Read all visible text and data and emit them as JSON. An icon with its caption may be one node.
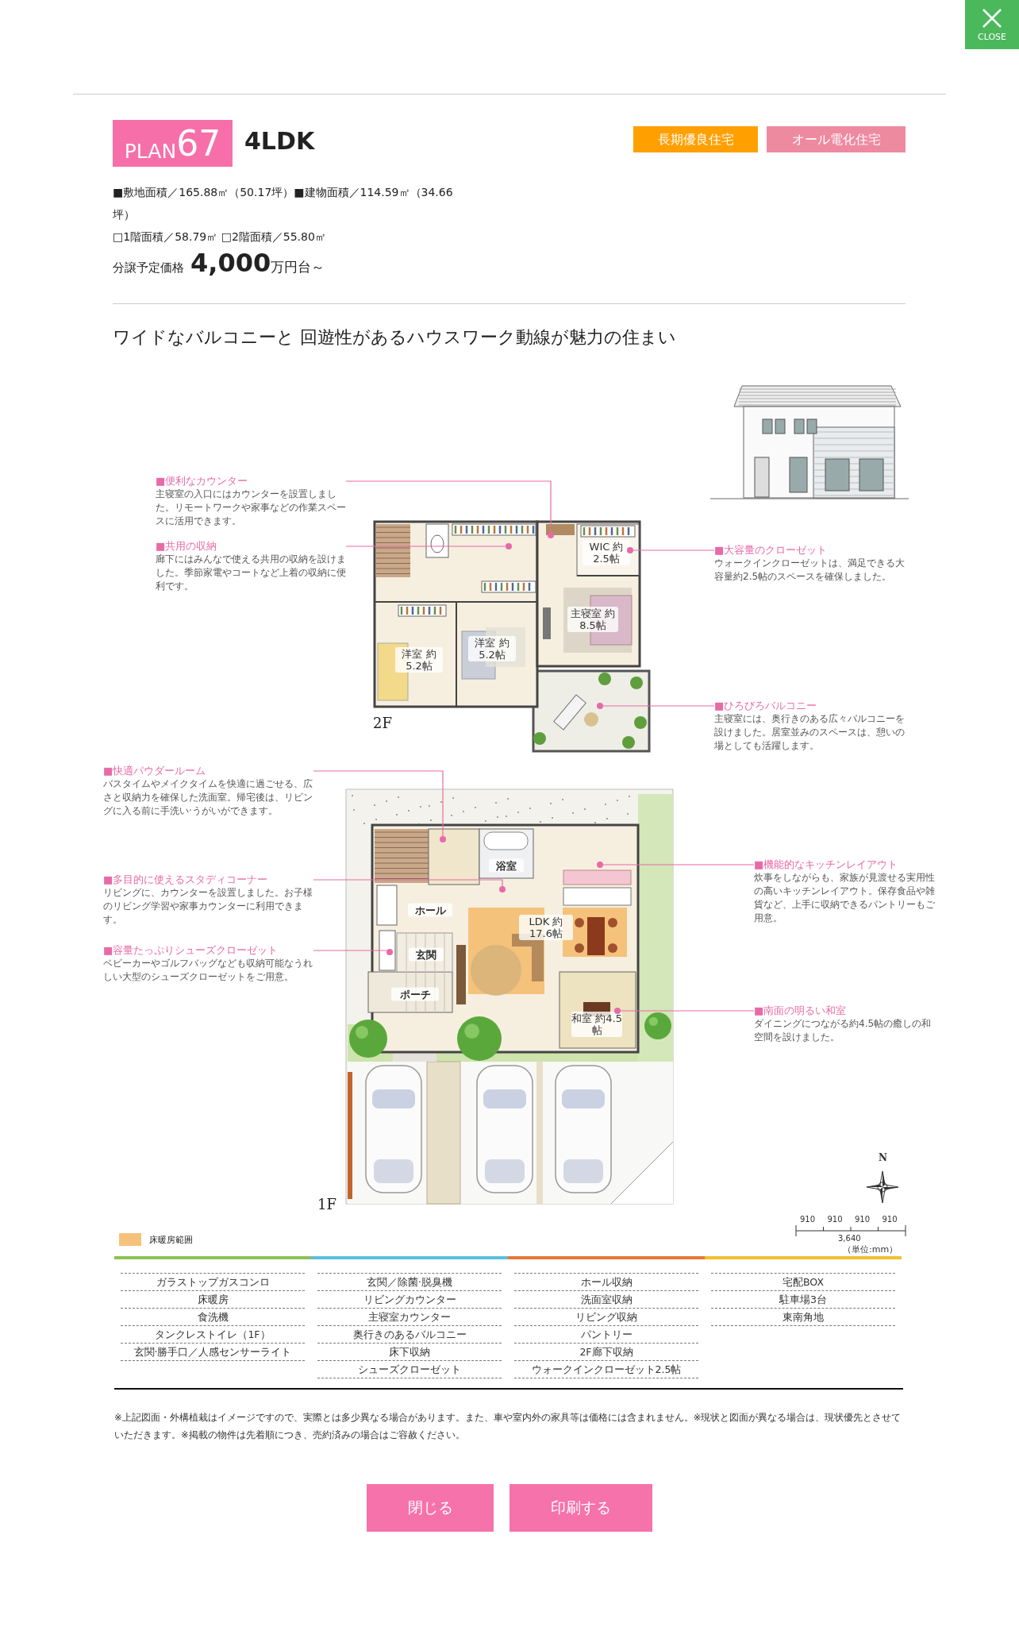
{
  "diagram": {
    "nodes": [
      {
        "text": [
          "■便利なカウンター",
          "主寝室の入口にはカウンターを設置しました。リモートワークや家事などの作業スペースに活用できます。"
        ]
      },
      {
        "text": [
          "■共用の収納",
          "廊下にはみんなで使える共用の収納を設けました。季節家電やコートなど上着の収納に便利です。"
        ]
      },
      {
        "text": [
          "■大容量のクローゼット",
          "ウォークインクローゼットは、満足できる大容量約2.5帖のスペースを確保しました。"
        ]
      },
      {
        "text": [
          "■ひろびろバルコニー",
          "主寝室には、奥行きのある広々バルコニーを設けました。居室並みのスペースは、憩いの場としても活躍します。"
        ]
      },
      {
        "text": [
          "■快適パウダールーム",
          "バスタイムやメイクタイムを快適に過ごせる、広さと収納力を確保した洗面室。帰宅後は、リビングに入る前に手洗い·うがいができます。"
        ]
      },
      {
        "text": [
          "■多目的に使えるスタディコーナー",
          "リビングに、カウンターを設置しました。お子様のリビング学習や家事カウンターに利用できます。"
        ]
      },
      {
        "text": [
          "■容量たっぷりシューズクローゼット",
          "ベビーカーやゴルフバッグなども収納可能なうれしい大型のシューズクローゼットをご用意。"
        ]
      },
      {
        "text": [
          "■機能的なキッチンレイアウト",
          "炊事をしながらも、家族が見渡せる実用性の高いキッチンレイアウト。保存食品や雑貨など、上手に収納できるパントリーもご用意。"
        ]
      },
      {
        "text": [
          "■南面の明るい和室",
          "ダイニングにつながる約4.5帖の癒しの和空間を設けました。"
        ]
      },
      {
        "text": [],
        "shape": "picture",
        "beside": [
          "2F"
        ]
      },
      {
        "text": [
          "洋室 約5.2帖"
        ],
        "in": 9
      },
      {
        "text": [
          "洋室 約5.2帖"
        ],
        "in": 9
      },
      {
        "text": [
          "WIC 約2.5帖"
        ],
        "in": 9
      },
      {
        "text": [
          "主寝室 約8.5帖"
        ],
        "in": 9
      },
      {
        "text": [],
        "shape": "circle",
        "in": 9
      },
      {
        "text": [],
        "shape": "circle",
        "in": 9
      },
      {
        "text": [],
        "shape": "circle",
        "in": 9
      },
      {
        "text": [],
        "shape": "circle",
        "in": 9
      },
      {
        "text": [],
        "shape": "picture",
        "beside": [
          "1F"
        ]
      },
      {
        "text": [
          "浴室"
        ],
        "in": 18
      },
      {
        "text": [
          "ホール"
        ],
        "in": 18
      },
      {
        "text": [
          "玄関"
        ],
        "in": 18
      },
      {
        "text": [
          "ポーチ"
        ],
        "in": 18
      },
      {
        "text": [
          "LDK 約17.6帖"
        ],
        "in": 18
      },
      {
        "text": [
          "和室 約4.5帖"
        ],
        "in": 18
      },
      {
        "text": [],
        "shape": "circle",
        "in": 18
      },
      {
        "text": [],
        "shape": "circle",
        "in": 18
      },
      {
        "text": [],
        "shape": "circle",
        "in": 18
      },
      {
        "text": [],
        "shape": "circle",
        "in": 18
      },
      {
        "text": [],
        "shape": "circle",
        "in": 18
      }
    ],
    "edges": [
      {
        "from": 0,
        "to": 14,
        "arrow": "none"
      },
      {
        "from": 1,
        "to": 15,
        "arrow": "none"
      },
      {
        "from": 2,
        "to": 16,
        "arrow": "none"
      },
      {
        "from": 3,
        "to": 17,
        "arrow": "none"
      },
      {
        "from": 4,
        "to": 25,
        "arrow": "none"
      },
      {
        "from": 5,
        "to": 26,
        "arrow": "none"
      },
      {
        "from": 6,
        "to": 27,
        "arrow": "none"
      },
      {
        "from": 7,
        "to": 28,
        "arrow": "none"
      },
      {
        "from": 8,
        "to": 29,
        "arrow": "none"
      }
    ],
    "labels": [
      "CLOSE",
      "PLAN",
      "67",
      "4LDK",
      "長期優良住宅",
      "オール電化住宅",
      "■敷地面積／165.88㎡（50.17坪）■建物面積／114.59㎡（34.66坪）",
      "□1階面積／58.79㎡ □2階面積／55.80㎡",
      "分譲予定価格",
      "4,000",
      "万円台～",
      "ワイドなバルコニーと 回遊性があるハウスワーク動線が魅力の住まい",
      "N",
      "910",
      "910",
      "910",
      "910",
      "3,640",
      "（単位:mm）",
      "ガラストップガスコンロ",
      "床暖房",
      "食洗機",
      "タンクレストイレ（1F）",
      "玄関·勝手口／人感センサーライト",
      "玄関／除菌·脱臭機",
      "リビングカウンター",
      "主寝室カウンター",
      "奥行きのあるバルコニー",
      "床下収納",
      "シューズクローゼット",
      "ホール収納",
      "洗面室収納",
      "リビング収納",
      "パントリー",
      "2F廊下収納",
      "ウォークインクローゼット2.5帖",
      "宅配BOX",
      "駐車場3台",
      "東南角地",
      "※上記図面・外構植栽はイメージですので、実際とは多少異なる場合があります。また、車や室内外の家具等は価格には含まれません。※現状と図面が異なる場合は、現状優先とさせていただきます。※掲載の物件は先着順につき、売約済みの場合はご容赦ください。",
      "閉じる",
      "印刷する"
    ],
    "legend": [
      {
        "text": "床暖房範囲",
        "color": "#f5c27c"
      }
    ]
  }
}
